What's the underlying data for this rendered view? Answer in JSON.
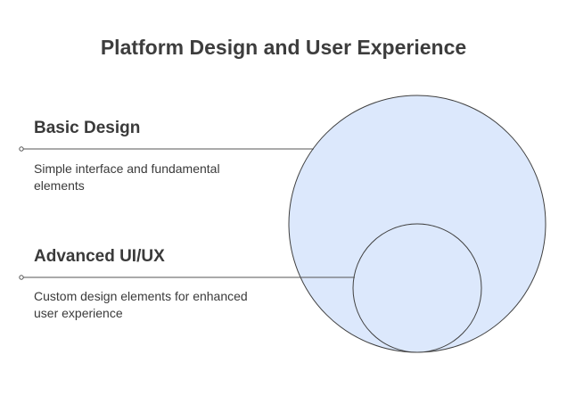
{
  "title": "Platform Design and User Experience",
  "colors": {
    "outer_circle_fill": "#dce8fc",
    "circle_stroke": "#404040",
    "connector_line": "#555555"
  },
  "layers": [
    {
      "heading": "Basic Design",
      "description": "Simple interface and fundamental elements"
    },
    {
      "heading": "Advanced UI/UX",
      "description": "Custom design elements for enhanced user experience"
    }
  ]
}
